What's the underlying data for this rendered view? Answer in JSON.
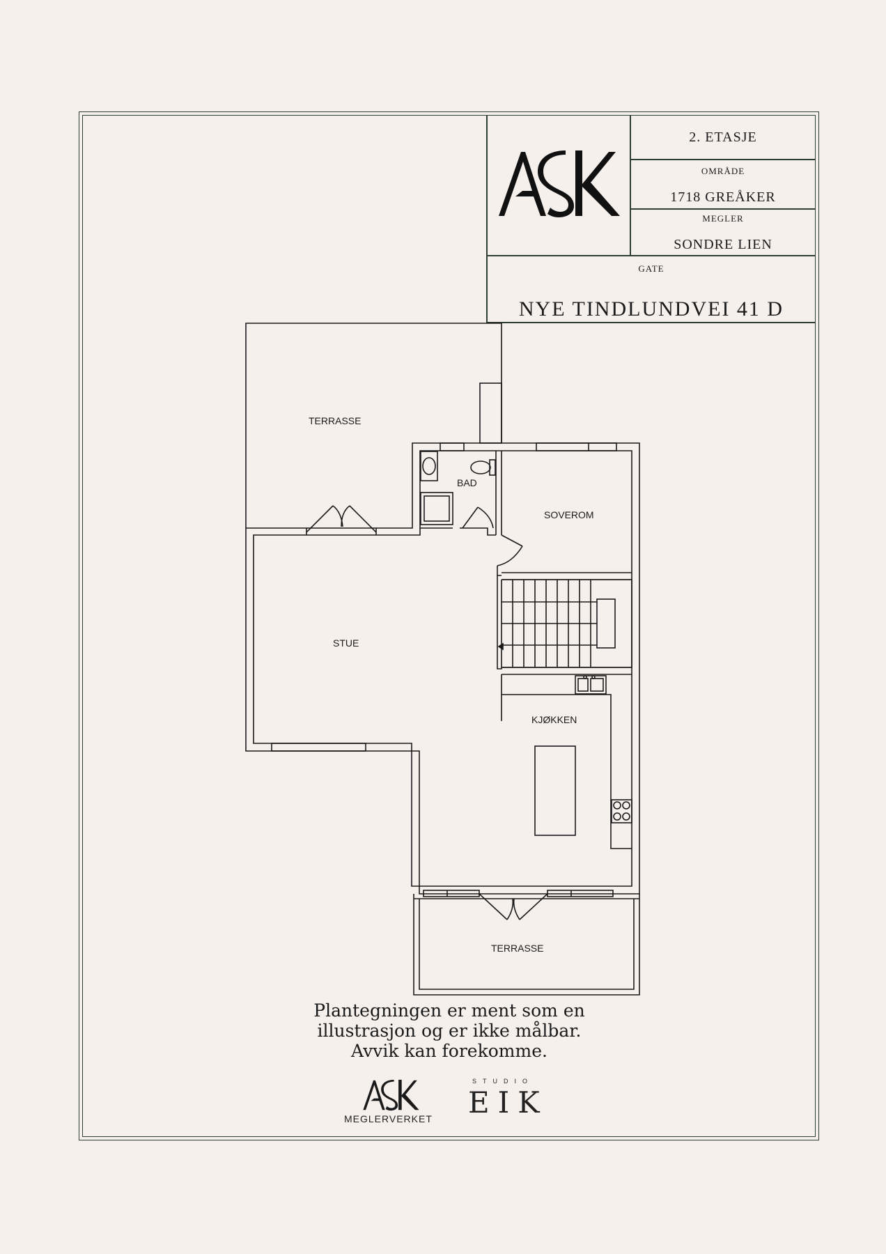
{
  "title_block": {
    "floor": "2. ETASJE",
    "area_label": "OMRÅDE",
    "area_value": "1718 GREÅKER",
    "agent_label": "MEGLER",
    "agent_value": "SONDRE LIEN",
    "street_label": "GATE",
    "street_value": "NYE TINDLUNDVEI 41 D"
  },
  "logo": {
    "text": "ASK"
  },
  "rooms": {
    "terrasse_top": "TERRASSE",
    "bad": "BAD",
    "soverom": "SOVEROM",
    "stue": "STUE",
    "kjokken": "KJØKKEN",
    "terrasse_bottom": "TERRASSE"
  },
  "disclaimer": {
    "line1": "Plantegningen er ment som en",
    "line2": "illustrasjon og er ikke målbar.",
    "line3": "Avvik kan forekomme."
  },
  "footer": {
    "ask_logo": "ASK",
    "ask_sub": "MEGLERVERKET",
    "studio": "STUDIO",
    "eik": "EIK"
  }
}
